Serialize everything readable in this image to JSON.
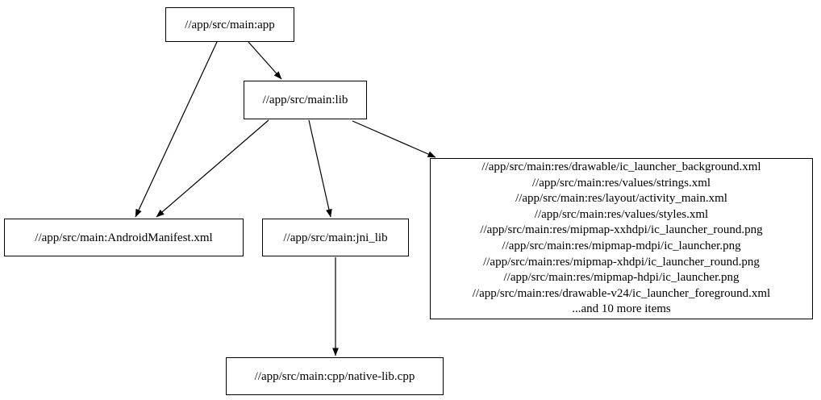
{
  "graph": {
    "background_color": "#ffffff",
    "node_border_color": "#000000",
    "node_fill_color": "#ffffff",
    "edge_color": "#000000",
    "text_color": "#000000",
    "nodes": {
      "app": {
        "label": "//app/src/main:app"
      },
      "lib": {
        "label": "//app/src/main:lib"
      },
      "manifest": {
        "label": "//app/src/main:AndroidManifest.xml"
      },
      "jni_lib": {
        "label": "//app/src/main:jni_lib"
      },
      "native_lib": {
        "label": "//app/src/main:cpp/native-lib.cpp"
      },
      "res_files": {
        "lines": [
          "//app/src/main:res/drawable/ic_launcher_background.xml",
          "//app/src/main:res/values/strings.xml",
          "//app/src/main:res/layout/activity_main.xml",
          "//app/src/main:res/values/styles.xml",
          "//app/src/main:res/mipmap-xxhdpi/ic_launcher_round.png",
          "//app/src/main:res/mipmap-mdpi/ic_launcher.png",
          "//app/src/main:res/mipmap-xhdpi/ic_launcher_round.png",
          "//app/src/main:res/mipmap-hdpi/ic_launcher.png",
          "//app/src/main:res/drawable-v24/ic_launcher_foreground.xml",
          "...and 10 more items"
        ]
      }
    },
    "edges": [
      {
        "from": "app",
        "to": "lib"
      },
      {
        "from": "app",
        "to": "manifest"
      },
      {
        "from": "lib",
        "to": "manifest"
      },
      {
        "from": "lib",
        "to": "jni_lib"
      },
      {
        "from": "lib",
        "to": "res_files"
      },
      {
        "from": "jni_lib",
        "to": "native_lib"
      }
    ]
  }
}
